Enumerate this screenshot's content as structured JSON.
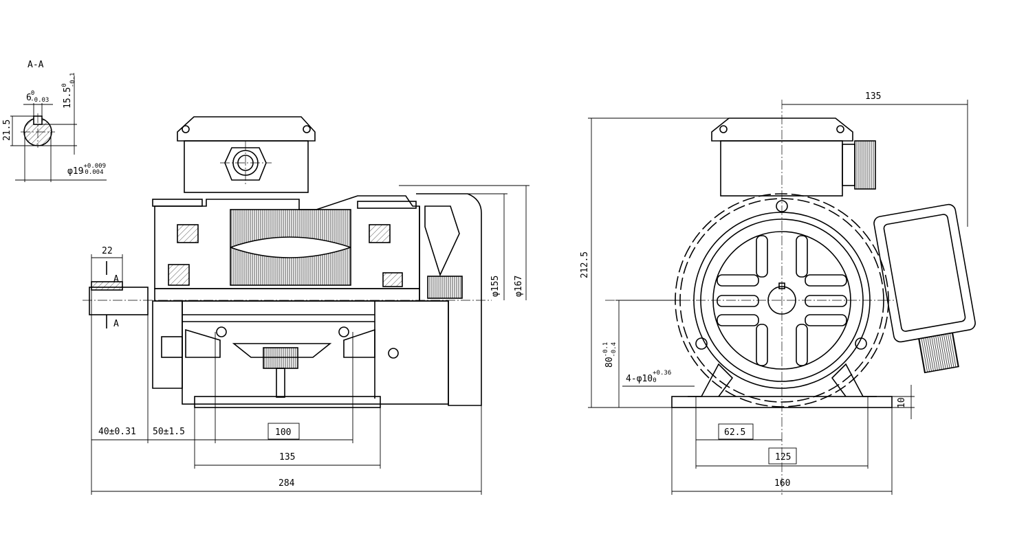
{
  "section_view": {
    "title": "A-A",
    "key_width": {
      "base": "6",
      "upper": "0",
      "lower": "-0.03"
    },
    "key_depth": {
      "base": "15.5",
      "upper": "0",
      "lower": "-0.1"
    },
    "shaft_height": "21.5",
    "shaft_diameter": {
      "base": "φ19",
      "upper": "+0.009",
      "lower": "-0.004"
    }
  },
  "side_view": {
    "section_marker": "A",
    "section_marker_2": "A",
    "shaft_key_length": "22",
    "shaft_extension": "40±0.31",
    "foot_offset": "50±1.5",
    "foot_hole_spacing": "100",
    "foot_length": "135",
    "overall_length": "284",
    "diameter_inner": "φ155",
    "diameter_outer": "φ167"
  },
  "end_view": {
    "top_width": "135",
    "overall_height": "212.5",
    "center_height": {
      "base": "80",
      "upper": "-0.1",
      "lower": "-0.4"
    },
    "mounting_holes": {
      "base": "4-φ10",
      "upper": "+0.36",
      "lower": "0"
    },
    "half_hole_spacing": "62.5",
    "hole_spacing": "125",
    "overall_width": "160",
    "foot_thickness": "10"
  }
}
